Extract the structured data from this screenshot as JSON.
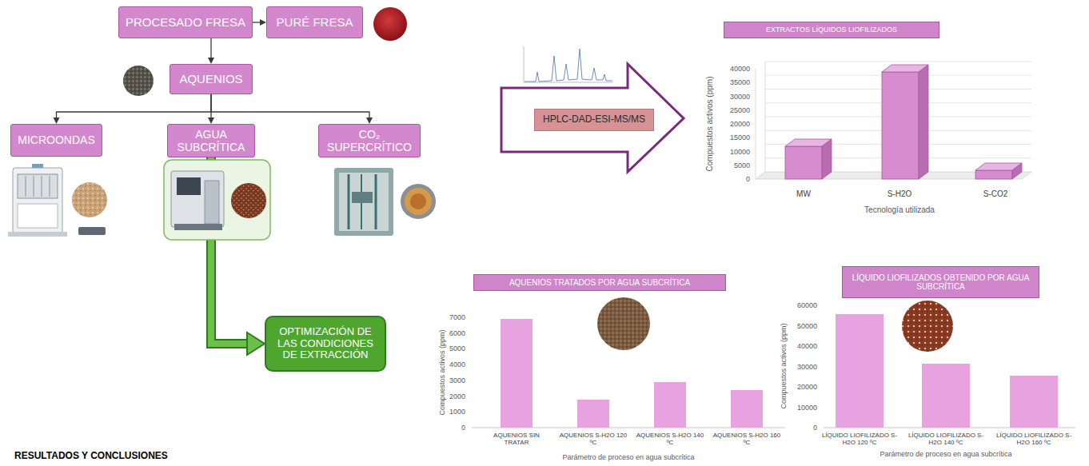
{
  "diagram": {
    "nodes": [
      {
        "text": [
          "PROCESADO FRESA"
        ]
      },
      {
        "text": [
          "PURÉ FRESA"
        ]
      },
      {
        "text": [
          "AQUENIOS"
        ]
      },
      {
        "text": [
          "MICROONDAS"
        ]
      },
      {
        "text": [
          "AGUA SUBCRÍTICA"
        ]
      },
      {
        "text": [
          "CO₂ SUPERCRÍTICO"
        ]
      },
      {
        "text": [
          "OPTIMIZACIÓN DE LAS CONDICIONES DE EXTRACCIÓN"
        ]
      },
      {
        "text": [
          "HPLC-DAD-ESI-MS/MS"
        ]
      },
      {
        "text": [
          "EXTRACTOS LÍQUIDOS LIOFILIZADOS"
        ]
      },
      {
        "text": [
          "AQUENIOS TRATADOS POR AGUA SUBCRÍTICA"
        ]
      },
      {
        "text": [
          "LÍQUIDO LIOFILIZADOS OBTENIDO POR AGUA SUBCRÍTICA"
        ]
      }
    ],
    "edges": [
      {
        "from": 0,
        "to": 1,
        "arrow": "to"
      },
      {
        "from": 0,
        "to": 2,
        "arrow": "to"
      },
      {
        "from": 2,
        "to": 3,
        "arrow": "to"
      },
      {
        "from": 2,
        "to": 4,
        "arrow": "to"
      },
      {
        "from": 2,
        "to": 5,
        "arrow": "to"
      },
      {
        "from": 4,
        "to": 6,
        "arrow": "to"
      }
    ],
    "labels": [
      "Compuestos activos (ppm)",
      "40000",
      "35000",
      "30000",
      "25000",
      "20000",
      "15000",
      "10000",
      "5000",
      "0",
      "MW",
      "S-H2O",
      "S-CO2",
      "Tecnología utilizada",
      "Compuestos activos (ppm)",
      "7000",
      "6000",
      "5000",
      "4000",
      "3000",
      "2000",
      "1000",
      "0",
      "AQUENIOS SIN TRATAR",
      "AQUENIOS S-H2O 120 ºC",
      "AQUENIOS S-H2O 140 ºC",
      "AQUENIOS S-H2O 160 ºC",
      "Parámetro de proceso en agua subcrítica",
      "Compuestos activos (ppm)",
      "60000",
      "50000",
      "40000",
      "30000",
      "20000",
      "10000",
      "0",
      "LÍQUIDO LIOFILIZADO S-H2O 120 ºC",
      "LÍQUIDO LIOFILIZADO S-H2O 140 ºC",
      "LÍQUIDO LIOFILIZADO S-H2O 160 ºC",
      "Parámetro de proceso en agua subcrítica",
      "RESULTADOS Y CONCLUSIONES"
    ]
  }
}
